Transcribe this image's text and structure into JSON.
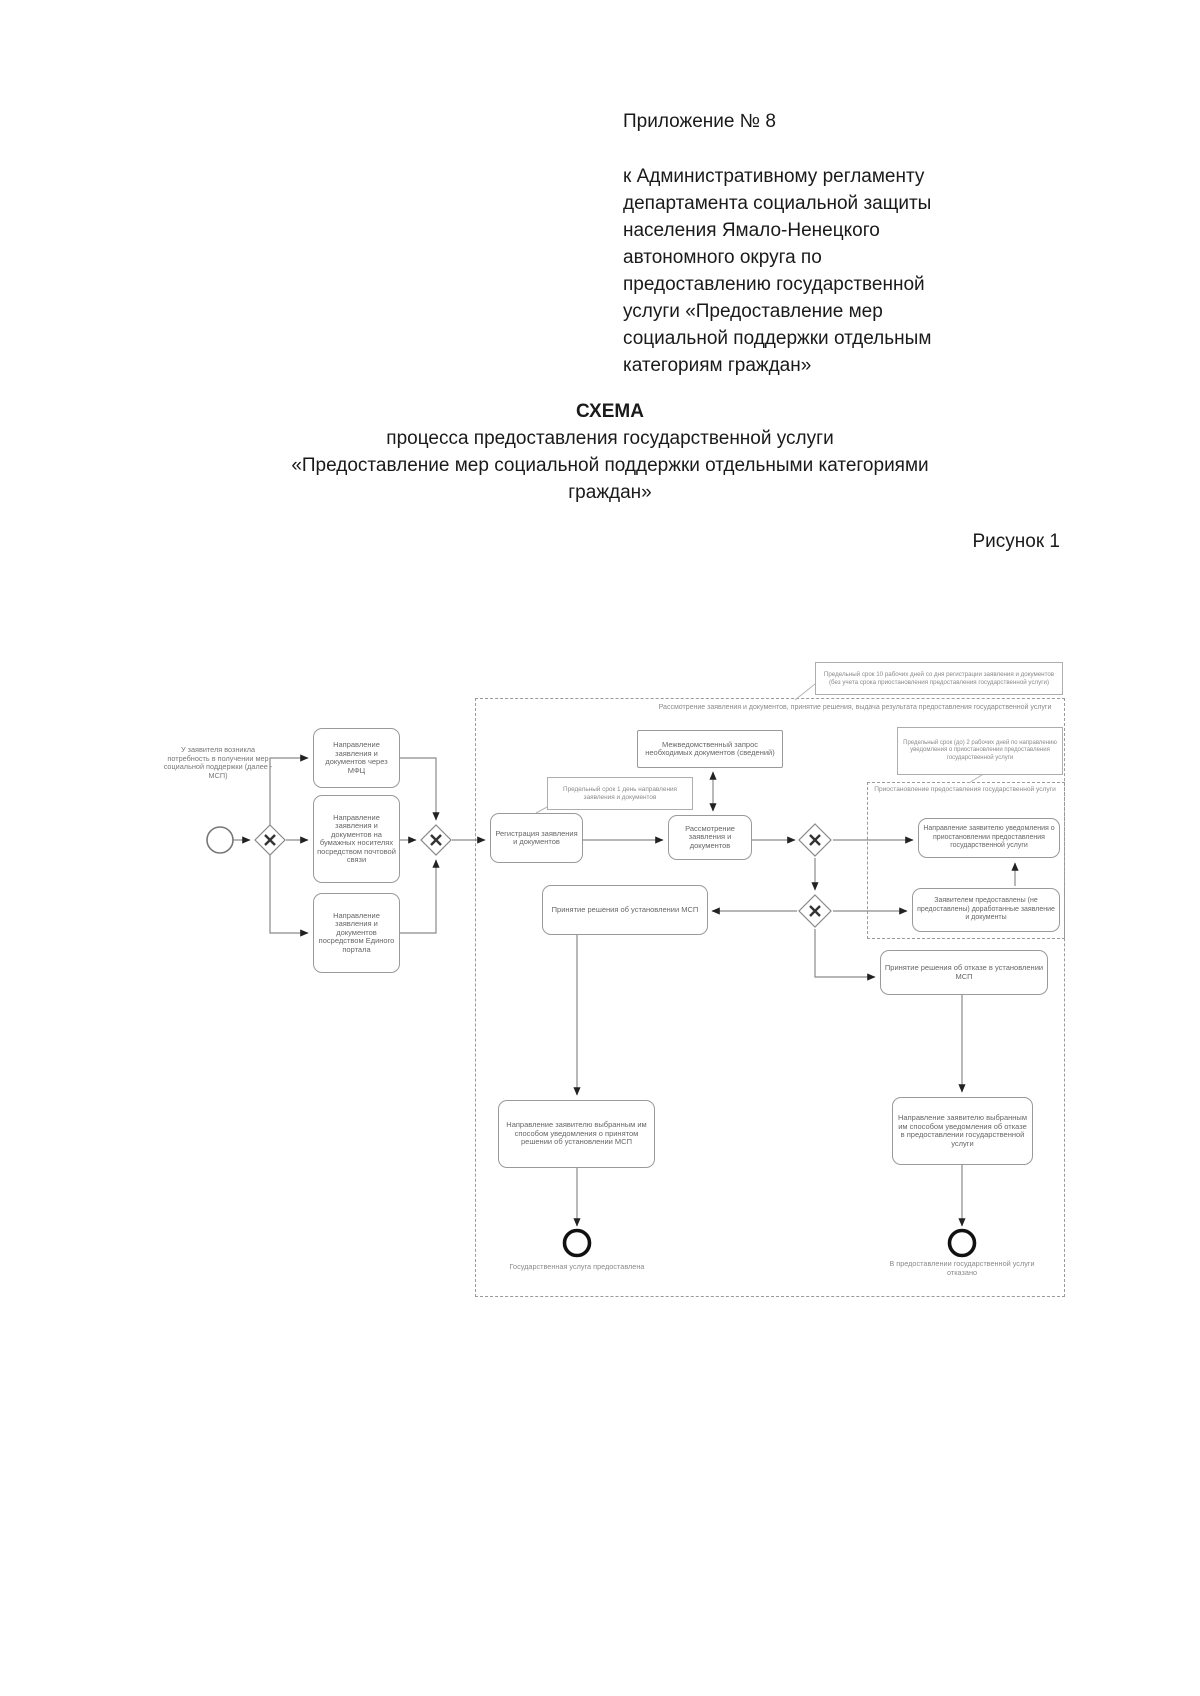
{
  "header": {
    "appendix": "Приложение № 8",
    "regulation_lines": [
      "к Административному регламенту",
      "департамента социальной защиты",
      "населения Ямало-Ненецкого",
      "автономного округа по",
      "предоставлению государственной",
      "услуги «Предоставление мер",
      "социальной поддержки отдельным",
      "категориям граждан»"
    ]
  },
  "title": {
    "heading": "СХЕМА",
    "line2": "процесса предоставления государственной услуги",
    "line3": "«Предоставление мер социальной поддержки отдельными категориями",
    "line4": "граждан»",
    "figure_caption": "Рисунок 1"
  },
  "diagram": {
    "notes": {
      "overall_deadline": "Предельный срок 10 рабочих дней со дня регистрации заявления и документов (без учета срока приостановления предоставления государственной услуги)",
      "registration_deadline": "Предельный срок 1 день направления заявления и документов",
      "suspension_deadline": "Предельный срок (до) 2 рабочих дней по направлению уведомления о приостановлении предоставления государственной услуги"
    },
    "labels": {
      "main_stage": "Рассмотрение заявления и документов, принятие решения, выдача результата предоставления государственной услуги",
      "suspension_stage": "Приостановление предоставления государственной услуги",
      "actor_need": "У заявителя возникла потребность в получении мер социальной поддержки (далее - МСП)",
      "end_granted": "Государственная услуга предоставлена",
      "end_refused": "В предоставлении государственной услуги отказано"
    },
    "tasks": {
      "submit_mfc": "Направление заявления и документов через МФЦ",
      "submit_mail": "Направление заявления и документов на бумажных носителях посредством почтовой связи",
      "submit_portal": "Направление заявления и документов посредством Единого портала",
      "registration": "Регистрация заявления и документов",
      "interagency_request": "Межведомственный запрос необходимых документов (сведений)",
      "review": "Рассмотрение заявления и документов",
      "suspension_notice": "Направление заявителю уведомления о приостановлении предоставления государственной услуги",
      "resubmission": "Заявителем предоставлены (не предоставлены) доработанные заявление и документы",
      "decision_grant": "Принятие решения об установлении МСП",
      "decision_refuse": "Принятие решения об отказе в установлении МСП",
      "notify_grant": "Направление заявителю выбранным им способом уведомления о принятом решении об установлении МСП",
      "notify_refuse": "Направление заявителю выбранным им способом уведомления об отказе в предоставлении государственной услуги"
    }
  }
}
